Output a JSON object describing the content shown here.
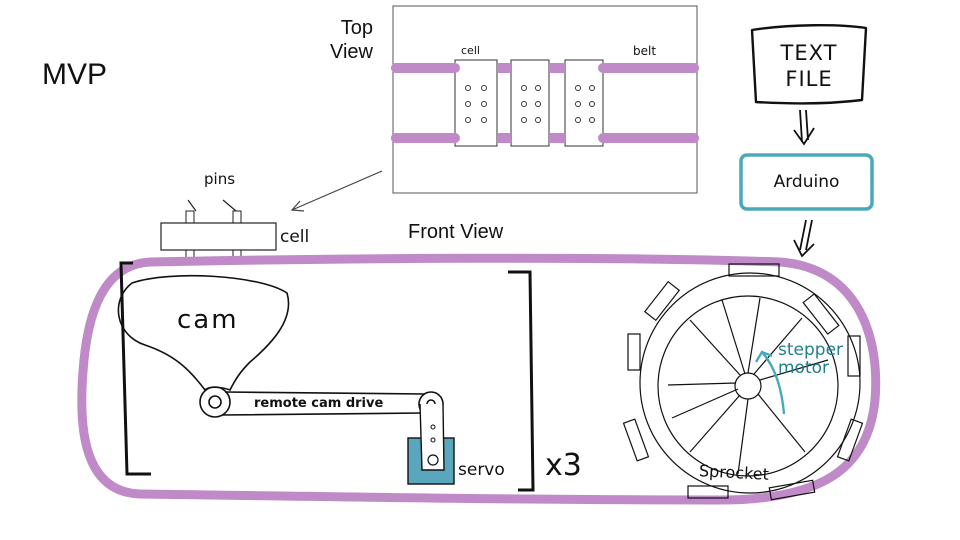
{
  "slide": {
    "title": "MVP"
  },
  "top_view": {
    "label": "Top\nView",
    "cell_label": "cell",
    "belt_label": "belt"
  },
  "front_view": {
    "label": "Front View",
    "pins_label": "pins",
    "cell_label": "cell",
    "cam_label": "cam",
    "drive_label": "remote cam drive",
    "servo_label": "servo",
    "multiplier_label": "x3",
    "sprocket_label": "Sprocket",
    "stepper_label": "stepper\nmotor"
  },
  "flow": {
    "text_file_label": "TEXT\nFILE",
    "arduino_label": "Arduino"
  },
  "colors": {
    "belt": "#c08ac8",
    "teal": "#4aa9b8",
    "servo": "#5aa7bd",
    "ink": "#111111"
  }
}
